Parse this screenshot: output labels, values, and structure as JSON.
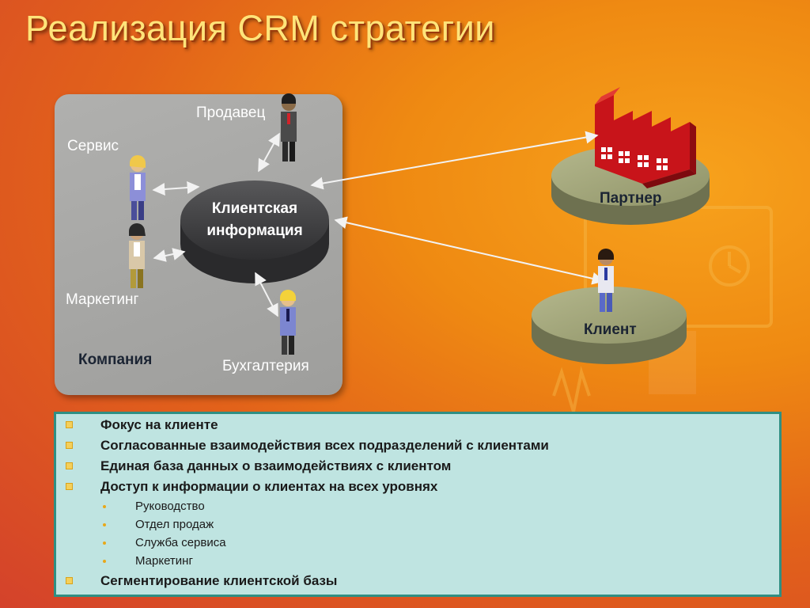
{
  "slide": {
    "title": "Реализация CRM стратегии"
  },
  "diagram": {
    "hub_line1": "Клиентская",
    "hub_line2": "информация",
    "company_label": "Компания",
    "roles": {
      "seller": "Продавец",
      "service": "Сервис",
      "marketing": "Маркетинг",
      "accounting": "Бухгалтерия"
    },
    "partner_label": "Партнер",
    "client_label": "Клиент"
  },
  "bullets": [
    {
      "text": "Фокус на клиенте"
    },
    {
      "text": "Согласованные взаимодействия всех подразделений с клиентами"
    },
    {
      "text": "Единая база данных о взаимодействиях с клиентом"
    },
    {
      "text": "Доступ к информации о клиентах на всех уровнях"
    }
  ],
  "sub_bullets": [
    {
      "text": "Руководство"
    },
    {
      "text": "Отдел продаж"
    },
    {
      "text": "Служба сервиса"
    },
    {
      "text": "Маркетинг"
    }
  ],
  "last_bullet": {
    "text": "Сегментирование клиентской базы"
  },
  "colors": {
    "title": "#ffe47a",
    "background": "#ea7a17",
    "panel": "#a8a8a6",
    "bullet_box": "#bfe4e1",
    "bullet_border": "#2f8f83"
  }
}
